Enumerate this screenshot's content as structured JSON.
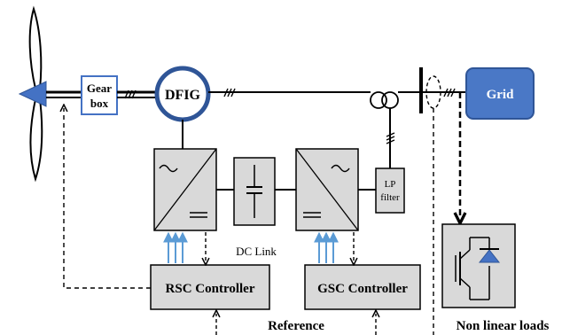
{
  "gearbox": {
    "line1": "Gear",
    "line2": "box"
  },
  "generator": {
    "label": "DFIG"
  },
  "grid": {
    "label": "Grid"
  },
  "dc_link": {
    "label": "DC Link"
  },
  "lp_filter": {
    "line1": "LP",
    "line2": "filter"
  },
  "rsc_controller": {
    "label": "RSC Controller"
  },
  "gsc_controller": {
    "label": "GSC Controller"
  },
  "reference": {
    "label": "Reference"
  },
  "nonlinear_loads": {
    "label": "Non linear loads"
  },
  "colors": {
    "blue_fill": "#4472c4",
    "blue_dark": "#2f5597",
    "grid_fill": "#4a78c6",
    "gray_fill": "#d9d9d9",
    "arrow_blue": "#5b9bd5",
    "line": "#000000"
  }
}
